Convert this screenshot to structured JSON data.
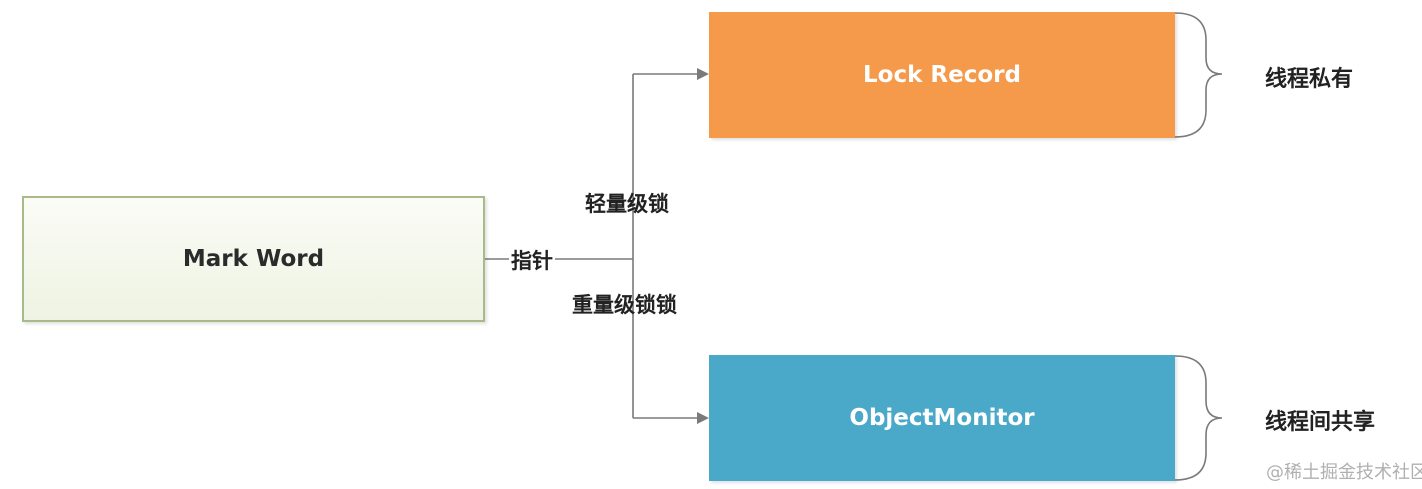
{
  "diagram": {
    "nodes": {
      "mark_word": {
        "label": "Mark Word"
      },
      "lock_record": {
        "label": "Lock Record",
        "color": "#f5994a"
      },
      "object_monitor": {
        "label": "ObjectMonitor",
        "color": "#4aa8c8"
      }
    },
    "edge_labels": {
      "pointer": "指针",
      "lightweight_lock": "轻量级锁",
      "heavyweight_lock": "重量级锁锁"
    },
    "annotations": {
      "thread_private": "线程私有",
      "thread_shared": "线程间共享"
    },
    "connector_color": "#7a7a7a"
  },
  "watermark": "@稀土掘金技术社区"
}
